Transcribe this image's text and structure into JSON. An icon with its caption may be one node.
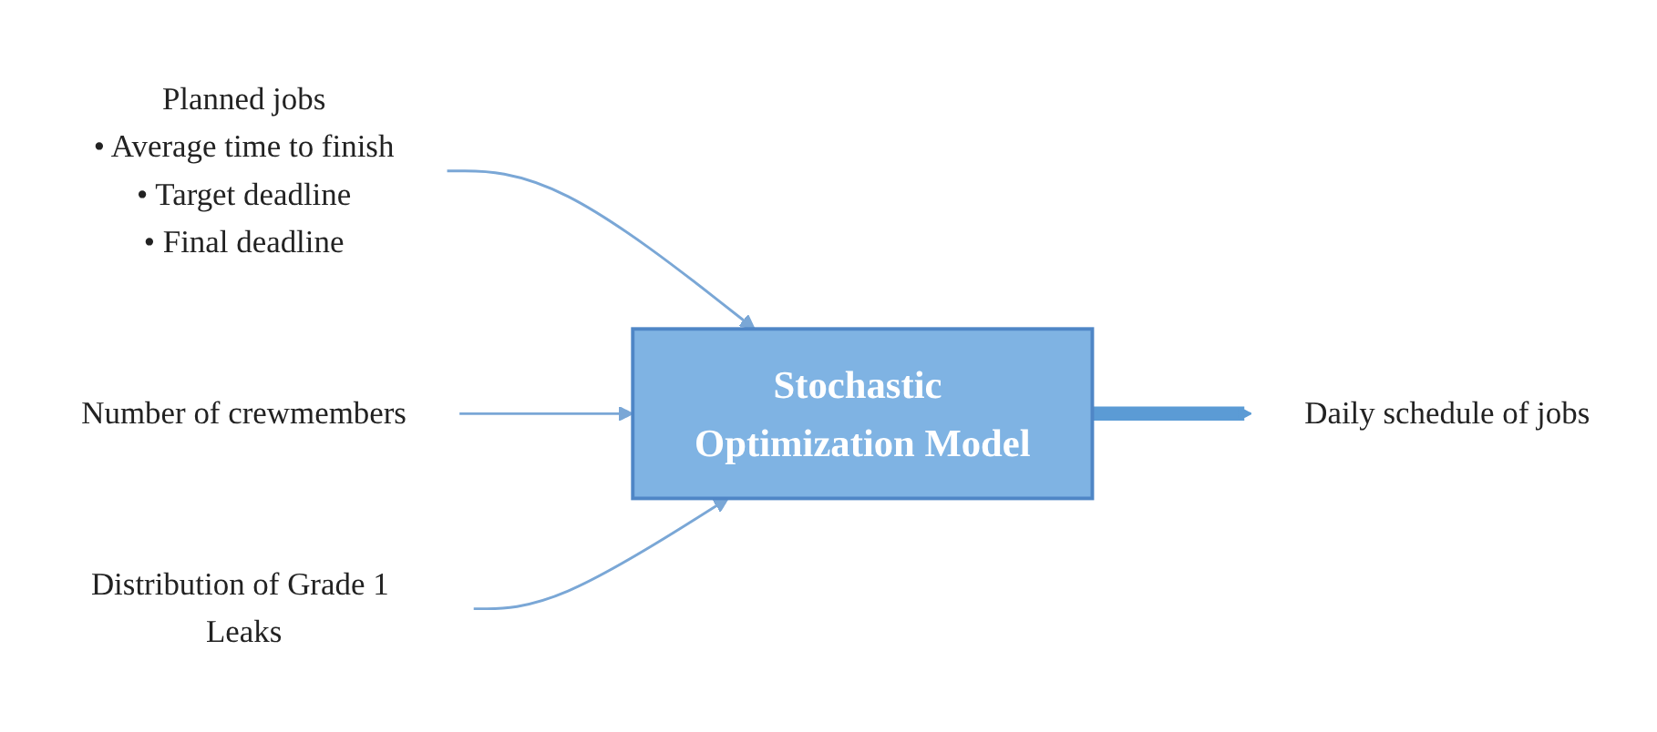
{
  "diagram": {
    "nodes": [
      {
        "text": [
          "Planned jobs",
          "• Average time to finish",
          "• Target deadline",
          "• Final deadline"
        ]
      },
      {
        "text": [
          "Number of crewmembers"
        ]
      },
      {
        "text": [
          "Distribution of Grade 1 Leaks"
        ]
      },
      {
        "text": [
          "Stochastic Optimization Model"
        ]
      },
      {
        "text": [
          "Daily schedule of jobs"
        ]
      }
    ],
    "edges": [
      {
        "from": 0,
        "to": 3,
        "arrow": "to"
      },
      {
        "from": 1,
        "to": 3,
        "arrow": "to"
      },
      {
        "from": 2,
        "to": 3,
        "arrow": "to"
      },
      {
        "from": 3,
        "to": 4,
        "arrow": "to",
        "style": "thick",
        "color": "#5b9bd5"
      }
    ]
  }
}
